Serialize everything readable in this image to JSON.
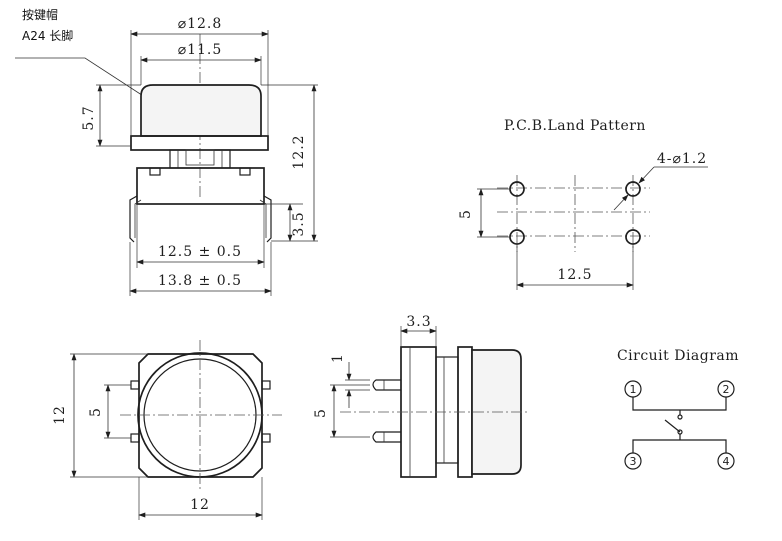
{
  "callout": {
    "name": "按键帽",
    "model": "A24 长脚"
  },
  "front_view": {
    "cap_outer_dia": "⌀12.8",
    "cap_inner_dia": "⌀11.5",
    "cap_height": "5.7",
    "total_height": "12.2",
    "leg_length": "3.5",
    "body_width": "12.5 ± 0.5",
    "leg_span": "13.8 ± 0.5"
  },
  "pcb": {
    "title": "P.C.B.Land Pattern",
    "hole_spec": "4-⌀1.2",
    "pitch_y": "5",
    "pitch_x": "12.5"
  },
  "top_view": {
    "height": "12",
    "pin_pitch": "5",
    "width": "12"
  },
  "side_view": {
    "body_depth": "3.3",
    "pin_width": "1",
    "pin_pitch": "5"
  },
  "circuit": {
    "title": "Circuit Diagram",
    "pins": [
      "1",
      "2",
      "3",
      "4"
    ]
  },
  "colors": {
    "line": "#1e1e1e",
    "background": "#ffffff"
  }
}
